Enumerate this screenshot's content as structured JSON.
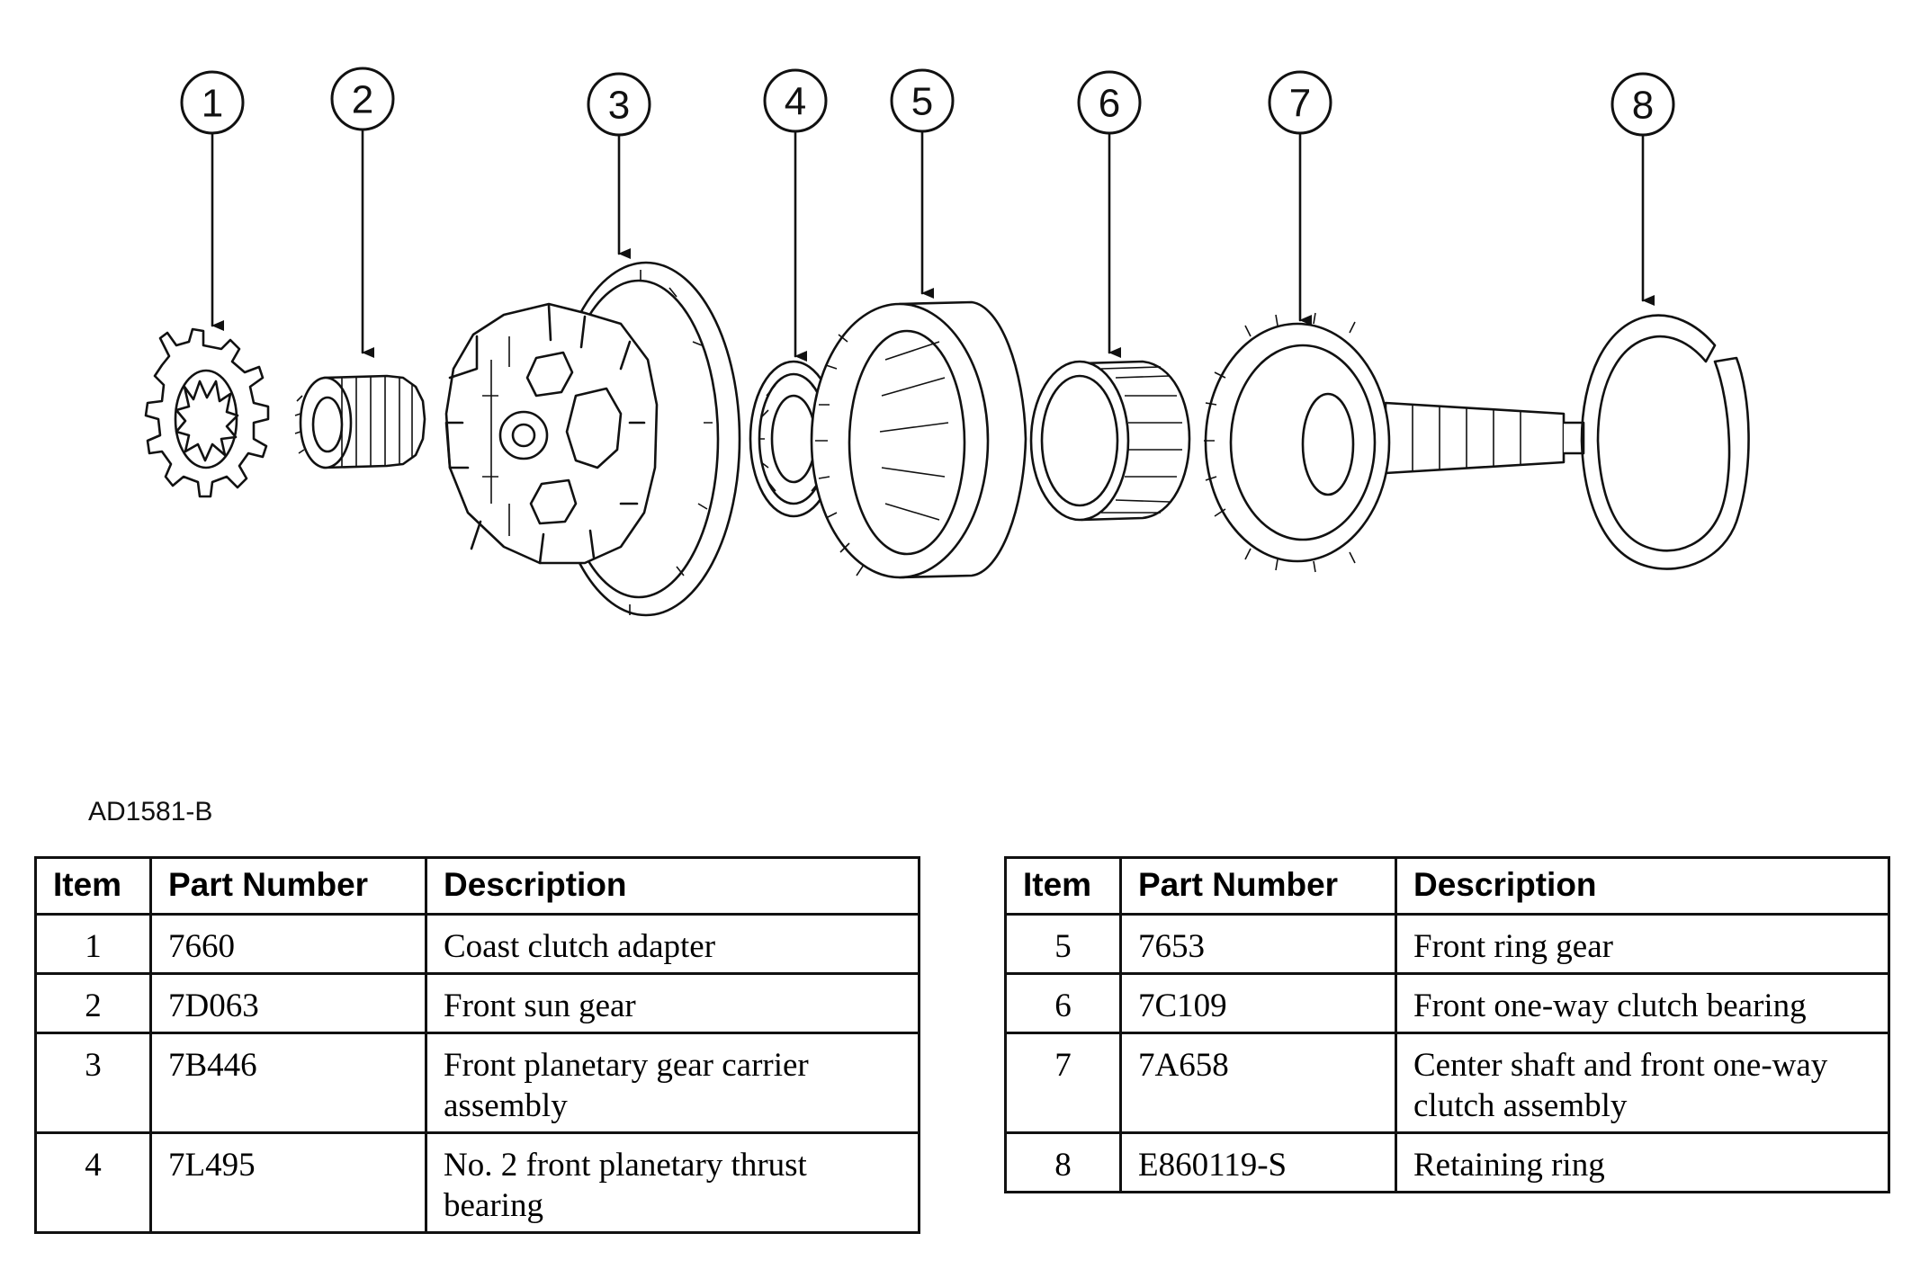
{
  "figure": {
    "id": "AD1581-B",
    "callouts": [
      "1",
      "2",
      "3",
      "4",
      "5",
      "6",
      "7",
      "8"
    ]
  },
  "tables": [
    {
      "headers": {
        "item": "Item",
        "part_number": "Part Number",
        "description": "Description"
      },
      "rows": [
        {
          "item": "1",
          "part_number": "7660",
          "description": "Coast clutch adapter"
        },
        {
          "item": "2",
          "part_number": "7D063",
          "description": "Front sun gear"
        },
        {
          "item": "3",
          "part_number": "7B446",
          "description": "Front planetary gear carrier assembly"
        },
        {
          "item": "4",
          "part_number": "7L495",
          "description": "No. 2 front planetary thrust bearing"
        }
      ]
    },
    {
      "headers": {
        "item": "Item",
        "part_number": "Part Number",
        "description": "Description"
      },
      "rows": [
        {
          "item": "5",
          "part_number": "7653",
          "description": "Front ring gear"
        },
        {
          "item": "6",
          "part_number": "7C109",
          "description": "Front one-way clutch bearing"
        },
        {
          "item": "7",
          "part_number": "7A658",
          "description": "Center shaft and front one-way clutch assembly"
        },
        {
          "item": "8",
          "part_number": "E860119-S",
          "description": "Retaining ring"
        }
      ]
    }
  ]
}
